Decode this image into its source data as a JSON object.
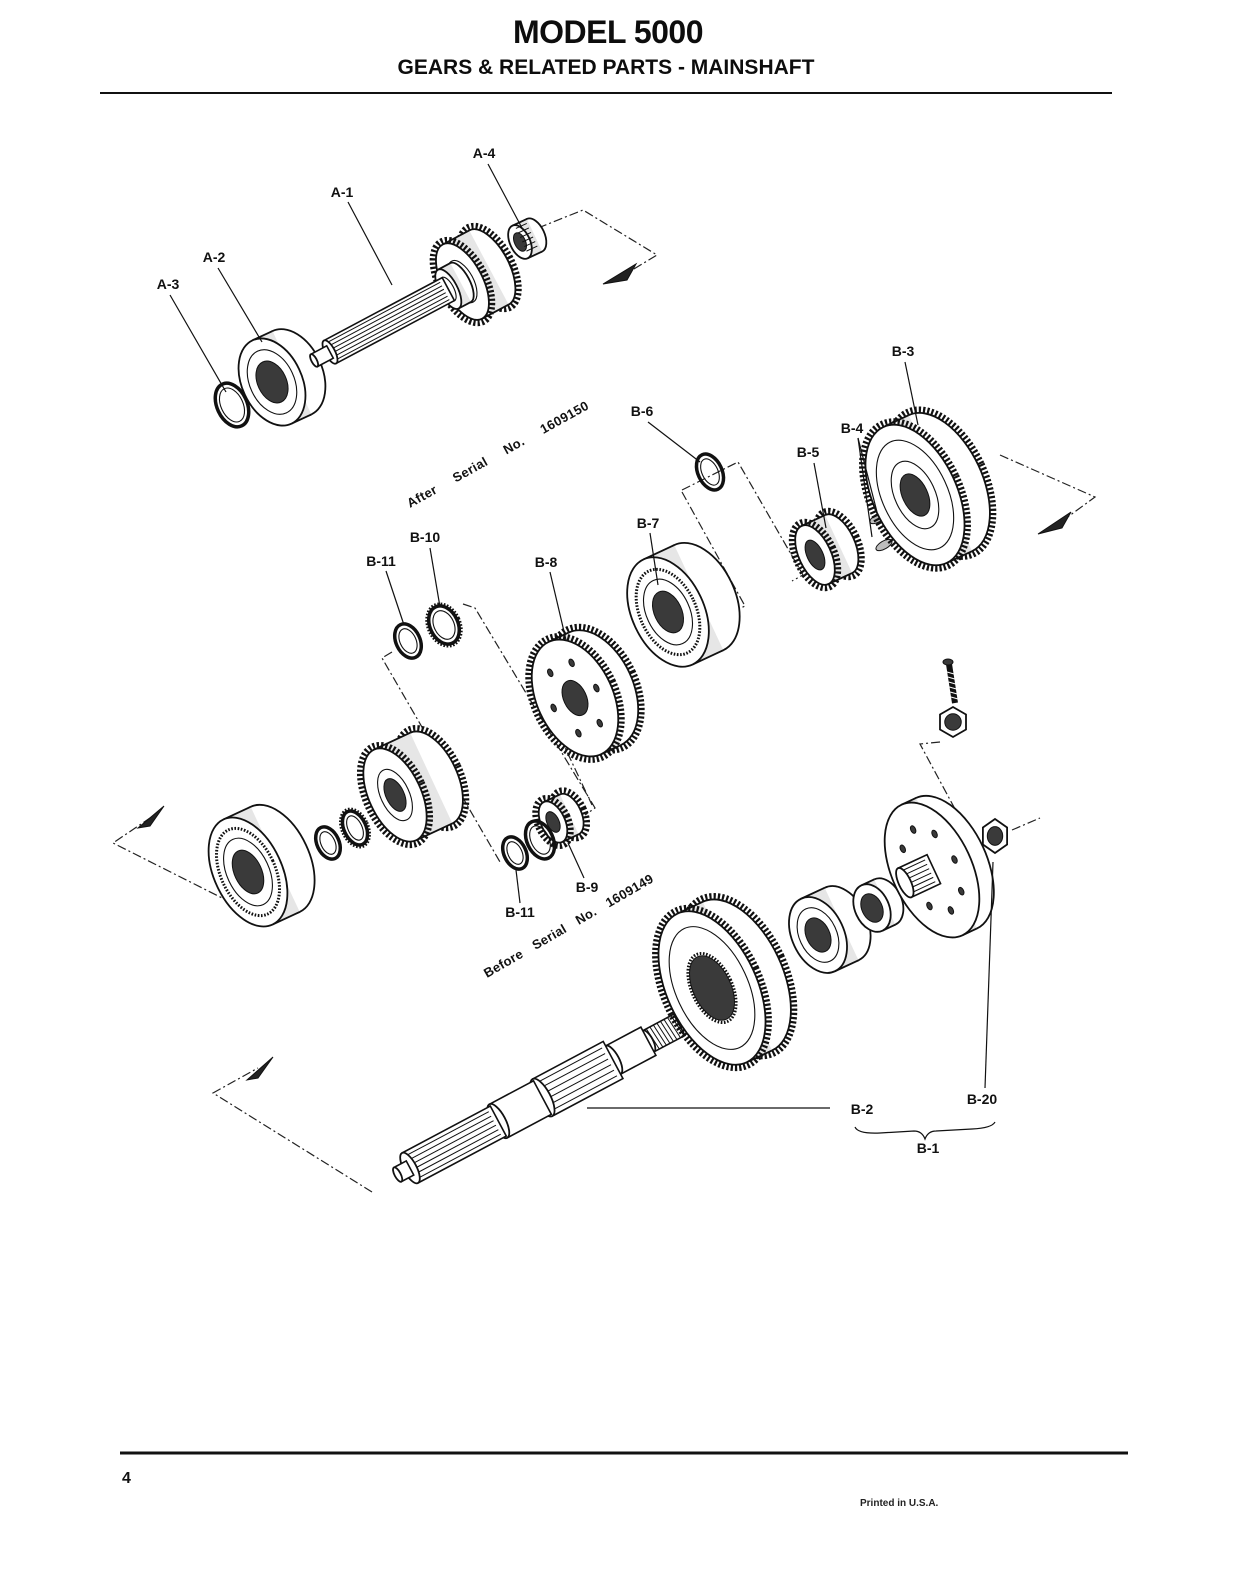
{
  "header": {
    "title": "MODEL 5000",
    "subtitle": "GEARS & RELATED PARTS - MAINSHAFT"
  },
  "callouts": {
    "a1": "A-1",
    "a2": "A-2",
    "a3": "A-3",
    "a4": "A-4",
    "b1": "B-1",
    "b2": "B-2",
    "b3": "B-3",
    "b4": "B-4",
    "b5": "B-5",
    "b6": "B-6",
    "b7": "B-7",
    "b8": "B-8",
    "b9": "B-9",
    "b10": "B-10",
    "b11_upper": "B-11",
    "b11_lower": "B-11",
    "b20": "B-20"
  },
  "notes": {
    "after_serial": "After Serial No. 1609150",
    "before_serial": "Before Serial No. 1609149"
  },
  "footer": {
    "page_number": "4",
    "printed": "Printed in U.S.A."
  }
}
